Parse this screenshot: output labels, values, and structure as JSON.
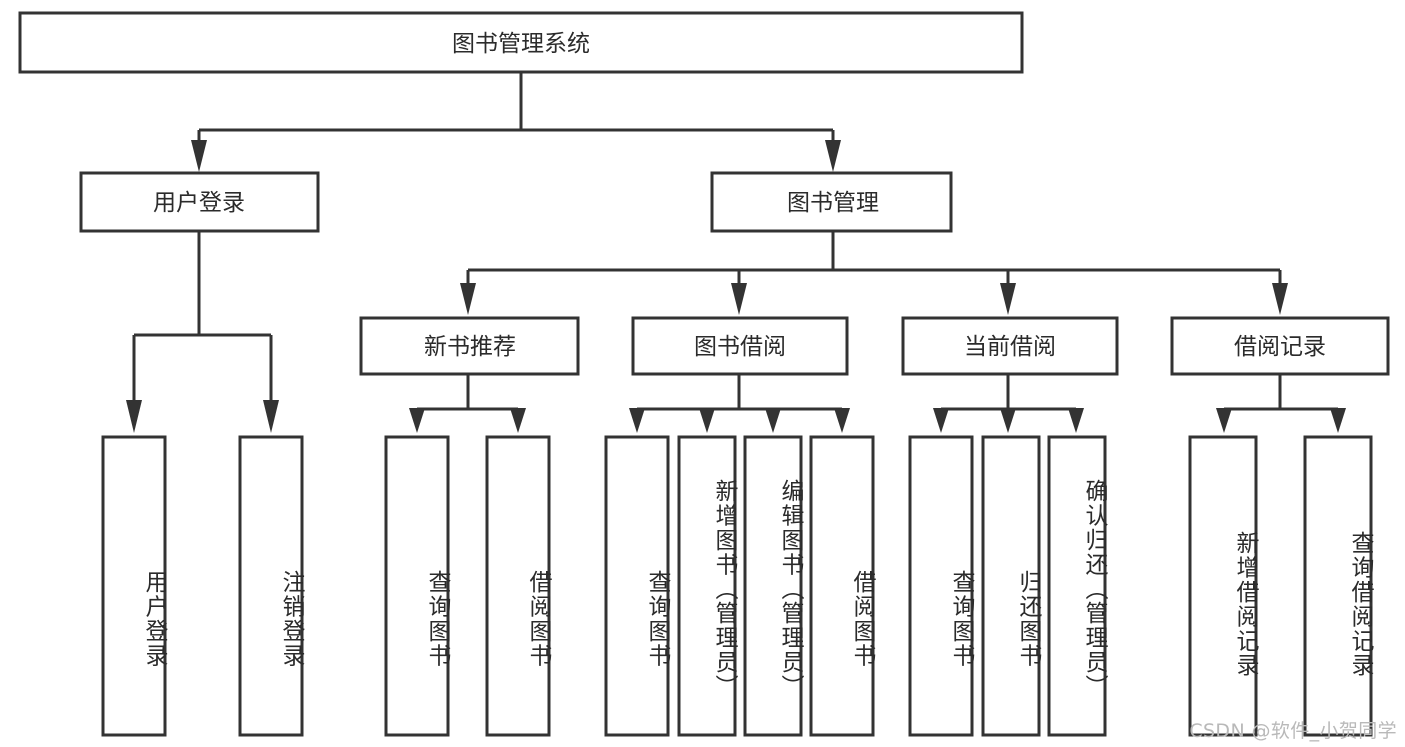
{
  "diagram": {
    "title": "图书管理系统",
    "type": "hierarchy-tree",
    "orientation": "top-down",
    "colors": {
      "box_stroke": "#333333",
      "box_fill": "#ffffff",
      "text": "#2b2b2b",
      "connector": "#333333",
      "watermark": "#b9b9b9",
      "background": "#ffffff"
    },
    "levels": [
      {
        "level": 1,
        "nodes": [
          {
            "id": "root",
            "label": "图书管理系统",
            "text_direction": "horizontal"
          }
        ]
      },
      {
        "level": 2,
        "nodes": [
          {
            "id": "login",
            "label": "用户登录",
            "text_direction": "horizontal",
            "parent": "root"
          },
          {
            "id": "bookmgmt",
            "label": "图书管理",
            "text_direction": "horizontal",
            "parent": "root"
          }
        ]
      },
      {
        "level": 3,
        "nodes": [
          {
            "id": "newbook",
            "label": "新书推荐",
            "text_direction": "horizontal",
            "parent": "bookmgmt"
          },
          {
            "id": "borrow",
            "label": "图书借阅",
            "text_direction": "horizontal",
            "parent": "bookmgmt"
          },
          {
            "id": "current",
            "label": "当前借阅",
            "text_direction": "horizontal",
            "parent": "bookmgmt"
          },
          {
            "id": "records",
            "label": "借阅记录",
            "text_direction": "horizontal",
            "parent": "bookmgmt"
          }
        ]
      },
      {
        "level": 4,
        "nodes": [
          {
            "id": "leaf1",
            "label": "用户登录",
            "text_direction": "vertical",
            "parent": "login"
          },
          {
            "id": "leaf2",
            "label": "注销登录",
            "text_direction": "vertical",
            "parent": "login"
          },
          {
            "id": "leaf3",
            "label": "查询图书",
            "text_direction": "vertical",
            "parent": "newbook"
          },
          {
            "id": "leaf4",
            "label": "借阅图书",
            "text_direction": "vertical",
            "parent": "newbook"
          },
          {
            "id": "leaf5",
            "label": "查询图书",
            "text_direction": "vertical",
            "parent": "borrow"
          },
          {
            "id": "leaf6",
            "label": "新增图书（管理员）",
            "text_direction": "vertical",
            "parent": "borrow"
          },
          {
            "id": "leaf7",
            "label": "编辑图书（管理员）",
            "text_direction": "vertical",
            "parent": "borrow"
          },
          {
            "id": "leaf8",
            "label": "借阅图书",
            "text_direction": "vertical",
            "parent": "borrow"
          },
          {
            "id": "leaf9",
            "label": "查询图书",
            "text_direction": "vertical",
            "parent": "current"
          },
          {
            "id": "leaf10",
            "label": "归还图书",
            "text_direction": "vertical",
            "parent": "current"
          },
          {
            "id": "leaf11",
            "label": "确认归还（管理员）",
            "text_direction": "vertical",
            "parent": "current"
          },
          {
            "id": "leaf12",
            "label": "新增借阅记录",
            "text_direction": "vertical",
            "parent": "records"
          },
          {
            "id": "leaf13",
            "label": "查询借阅记录",
            "text_direction": "vertical",
            "parent": "records"
          }
        ]
      }
    ]
  },
  "watermark": {
    "text": "CSDN @软件_小贺同学"
  }
}
